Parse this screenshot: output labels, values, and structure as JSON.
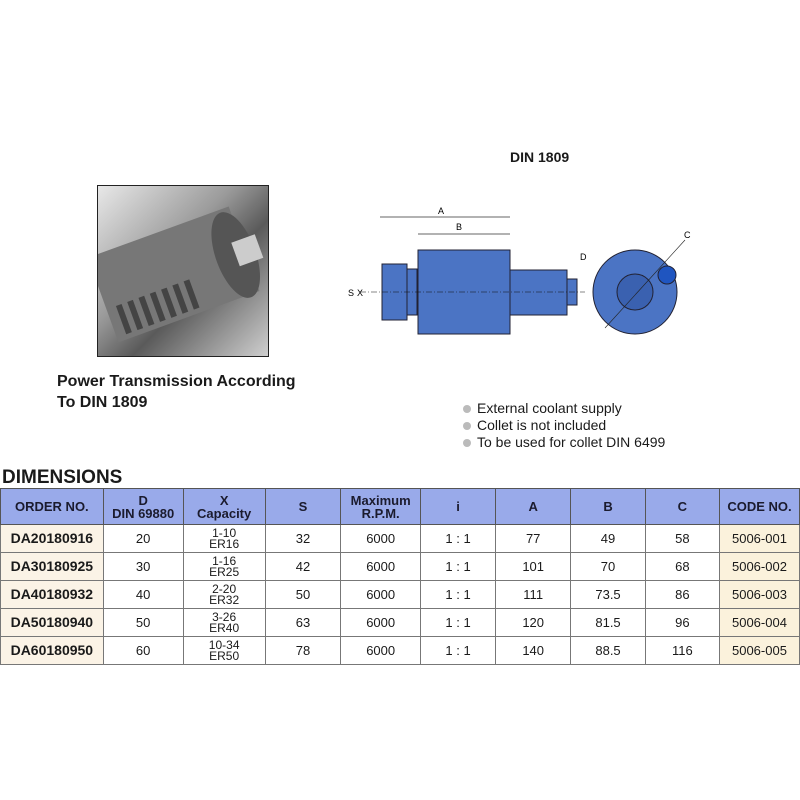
{
  "caption": [
    "Power Transmission According",
    "To DIN 1809"
  ],
  "drawing": {
    "title": "DIN 1809",
    "labels": {
      "A": "A",
      "B": "B",
      "C": "C",
      "D": "D",
      "S": "S",
      "X": "X"
    }
  },
  "notes": [
    "External coolant supply",
    "Collet is not included",
    "To be used for collet DIN 6499"
  ],
  "section_title": "DIMENSIONS",
  "table": {
    "headers": [
      [
        "ORDER NO."
      ],
      [
        "D",
        "DIN 69880"
      ],
      [
        "X",
        "Capacity"
      ],
      [
        "S"
      ],
      [
        "Maximum",
        "R.P.M."
      ],
      [
        "i"
      ],
      [
        "A"
      ],
      [
        "B"
      ],
      [
        "C"
      ],
      [
        "CODE NO."
      ]
    ],
    "rows": [
      [
        "DA20180916",
        "20",
        [
          "1-10",
          "ER16"
        ],
        "32",
        "6000",
        "1 : 1",
        "77",
        "49",
        "58",
        "5006-001"
      ],
      [
        "DA30180925",
        "30",
        [
          "1-16",
          "ER25"
        ],
        "42",
        "6000",
        "1 : 1",
        "101",
        "70",
        "68",
        "5006-002"
      ],
      [
        "DA40180932",
        "40",
        [
          "2-20",
          "ER32"
        ],
        "50",
        "6000",
        "1 : 1",
        "111",
        "73.5",
        "86",
        "5006-003"
      ],
      [
        "DA50180940",
        "50",
        [
          "3-26",
          "ER40"
        ],
        "63",
        "6000",
        "1 : 1",
        "120",
        "81.5",
        "96",
        "5006-004"
      ],
      [
        "DA60180950",
        "60",
        [
          "10-34",
          "ER50"
        ],
        "78",
        "6000",
        "1 : 1",
        "140",
        "88.5",
        "116",
        "5006-005"
      ]
    ]
  },
  "colors": {
    "header": "#99aaea",
    "part": "#4b74c4"
  }
}
